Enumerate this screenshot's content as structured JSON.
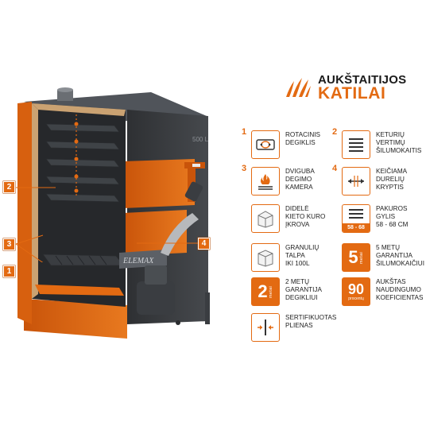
{
  "brand": {
    "line1": "AUKŠTAITIJOS",
    "line2": "KATILAI",
    "accent_color": "#e36a12"
  },
  "boiler": {
    "front_plate_text": "ELEMAX",
    "side_plate_text": "500 L",
    "body_color": "#e36a12",
    "frame_color": "#3b3d40",
    "callouts": [
      "1",
      "2",
      "3",
      "4"
    ]
  },
  "features": [
    {
      "num": "1",
      "icon": "burner-icon",
      "text": "ROTACINIS\nDEGIKLIS"
    },
    {
      "num": "2",
      "icon": "heat-exchanger-icon",
      "text": "KETURIŲ\nVERTIMŲ\nŠILUMOKAITIS"
    },
    {
      "num": "3",
      "icon": "combustion-chamber-icon",
      "text": "DVIGUBA\nDEGIMO\nKAMERA"
    },
    {
      "num": "4",
      "icon": "door-direction-icon",
      "text": "KEIČIAMA\nDURELIŲ\nKRYPTIS"
    },
    {
      "num": "",
      "icon": "firebox-icon",
      "text": "DIDELĖ\nKIETO KURO\nĮKROVA"
    },
    {
      "num": "",
      "icon": "furnace-depth-icon",
      "range": "58 - 68",
      "text": "PAKUROS\nGYLIS\n58 - 68 CM"
    },
    {
      "num": "",
      "icon": "pellet-tank-icon",
      "text": "GRANULIŲ\nTALPA\nIKI 100L"
    },
    {
      "num": "",
      "icon": "warranty-5-icon",
      "big": "5",
      "unit": "metai",
      "text": "5 METŲ\nGARANTIJA\nŠILUMOKAIČIUI"
    },
    {
      "num": "",
      "icon": "warranty-2-icon",
      "big": "2",
      "unit": "metai",
      "text": "2 METŲ\nGARANTIJA\nDEGIKLIUI"
    },
    {
      "num": "",
      "icon": "efficiency-icon",
      "big": "90",
      "unit": "procentų",
      "text": "AUKŠTAS\nNAUDINGUMO\nKOEFICIENTAS"
    },
    {
      "num": "",
      "icon": "steel-icon",
      "text": "SERTIFIKUOTAS\nPLIENAS"
    }
  ]
}
